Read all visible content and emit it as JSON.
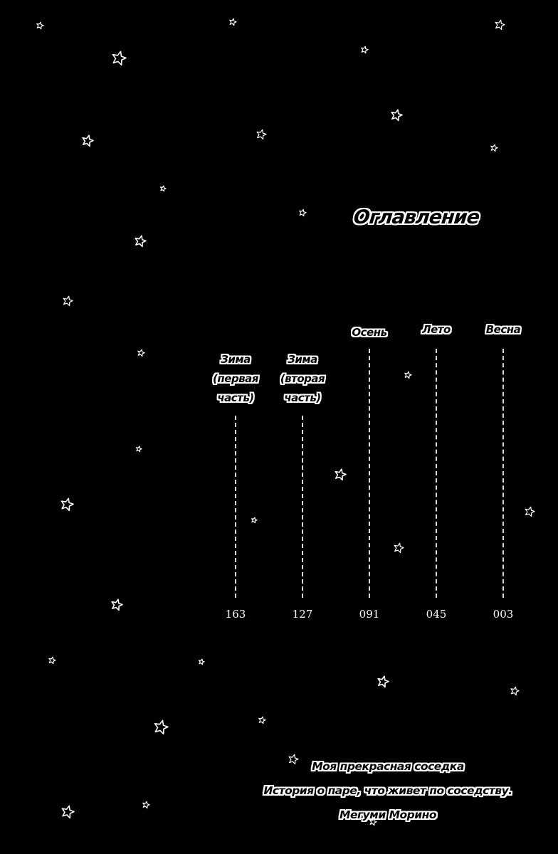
{
  "toc": {
    "title": "Оглавление",
    "chapters": [
      {
        "label_lines": [
          "Весна"
        ],
        "page": "003"
      },
      {
        "label_lines": [
          "Лето"
        ],
        "page": "045"
      },
      {
        "label_lines": [
          "Осень"
        ],
        "page": "091"
      },
      {
        "label_lines": [
          "Зима",
          "(вторая",
          "часть)"
        ],
        "page": "127"
      },
      {
        "label_lines": [
          "Зима",
          "(первая",
          "часть)"
        ],
        "page": "163"
      }
    ]
  },
  "credits": {
    "title_line": "Моя прекрасная соседка",
    "subtitle_line": "История о паре, что живет по соседству.",
    "author_line": "Мегуми Морино"
  },
  "colors": {
    "background": "#000000",
    "text": "#ffffff",
    "star_outline": "#ffffff"
  },
  "decor": {
    "icon": "star-outline-icon"
  }
}
